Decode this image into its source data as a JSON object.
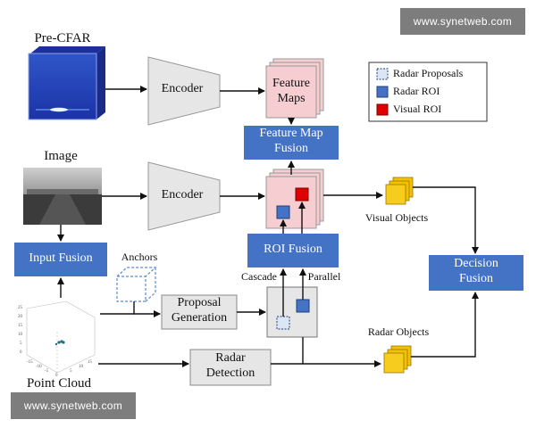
{
  "watermarks": {
    "top": "www.synetweb.com",
    "bottom": "www.synetweb.com"
  },
  "inputs": {
    "pre_cfar": "Pre-CFAR",
    "image": "Image",
    "point_cloud": "Point Cloud",
    "anchors": "Anchors"
  },
  "blocks": {
    "encoder_top": "Encoder",
    "encoder_mid": "Encoder",
    "feature_maps_l1": "Feature",
    "feature_maps_l2": "Maps",
    "fm_fusion_l1": "Feature Map",
    "fm_fusion_l2": "Fusion",
    "input_fusion": "Input Fusion",
    "proposal_l1": "Proposal",
    "proposal_l2": "Generation",
    "roi_fusion": "ROI Fusion",
    "radar_det_l1": "Radar",
    "radar_det_l2": "Detection",
    "decision_l1": "Decision",
    "decision_l2": "Fusion"
  },
  "annotations": {
    "cascade": "Cascade",
    "parallel": "Parallel",
    "visual_objects": "Visual Objects",
    "radar_objects": "Radar Objects"
  },
  "legend": {
    "items": [
      {
        "label": "Radar Proposals",
        "icon": "dashed-square",
        "color": "#dce6f2"
      },
      {
        "label": "Radar ROI",
        "icon": "solid-square",
        "color": "#4472c4"
      },
      {
        "label": "Visual ROI",
        "icon": "solid-square",
        "color": "#e00000"
      }
    ]
  },
  "point_cloud_axes": {
    "y_ticks": [
      "25",
      "20",
      "15",
      "10",
      "5",
      "0"
    ],
    "x_ticks": [
      "-15",
      "-10",
      "-5",
      "0"
    ],
    "z_ticks": [
      "5",
      "10",
      "15"
    ]
  },
  "colors": {
    "fusion_box": "#4472c4",
    "roi_square": "#4472c4",
    "visual_roi": "#e00000",
    "feature_map": "#f6cdd0",
    "object_cube": "#f2c200",
    "gray_block": "#e6e6e6"
  }
}
